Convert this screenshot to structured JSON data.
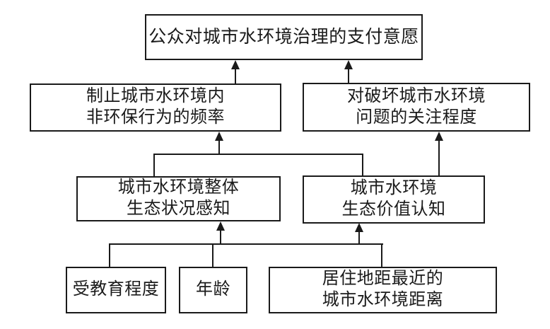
{
  "diagram": {
    "nodes": {
      "wtp": {
        "text": "公众对城市水环境治理的支付意愿"
      },
      "deter": {
        "line1": "制止城市水环境内",
        "line2": "非环保行为的频率"
      },
      "concern": {
        "line1": "对破坏城市水环境",
        "line2": "问题的关注程度"
      },
      "perception": {
        "line1": "城市水环境整体",
        "line2": "生态状况感知"
      },
      "value": {
        "line1": "城市水环境",
        "line2": "生态价值认知"
      },
      "education": {
        "text": "受教育程度"
      },
      "age": {
        "text": "年龄"
      },
      "distance": {
        "line1": "居住地距最近的",
        "line2": "城市水环境距离"
      }
    },
    "edges": [
      {
        "from": "deter",
        "to": "wtp"
      },
      {
        "from": "concern",
        "to": "wtp"
      },
      {
        "from": "perception",
        "to": "deter"
      },
      {
        "from": "value",
        "to": "deter"
      },
      {
        "from": "value",
        "to": "concern"
      },
      {
        "from": "education",
        "to": "perception"
      },
      {
        "from": "age",
        "to": "perception"
      },
      {
        "from": "distance",
        "to": "perception"
      },
      {
        "from": "education",
        "to": "value"
      },
      {
        "from": "age",
        "to": "value"
      },
      {
        "from": "distance",
        "to": "value"
      }
    ],
    "colors": {
      "line": "#1a1a1a",
      "background": "#ffffff",
      "text": "#1a1a1a"
    }
  }
}
